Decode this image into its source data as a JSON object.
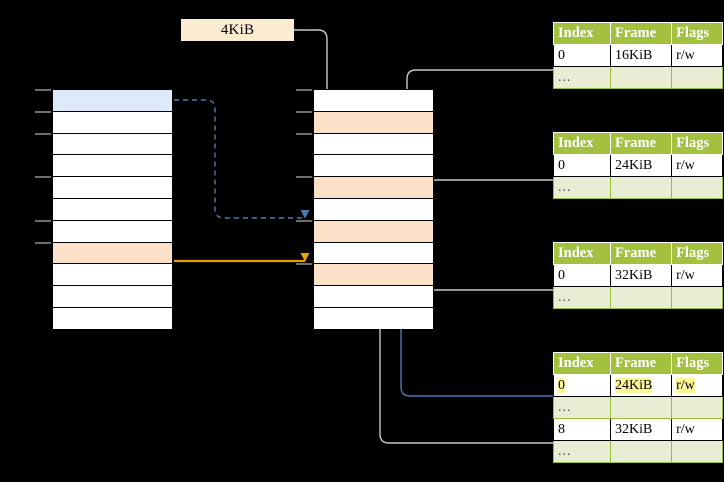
{
  "diagram": {
    "title": "page-table-walk-diagram",
    "note": {
      "label": "4KiB"
    },
    "colors": {
      "highlight_blue": "#dce9f9",
      "highlight_peach": "#fde0c8",
      "highlight_yellow": "#fff799",
      "arrow_orange": "#e8a200",
      "arrow_blue": "#4e78b4",
      "arrow_gray": "#b8b8b8",
      "table_header_green": "#a3c13e",
      "table_alt_green": "#e8eed4",
      "background": "#000000"
    }
  },
  "left_column": {
    "name": "page-directory-column",
    "rows": [
      {
        "fill": "blue",
        "label": ""
      },
      {
        "fill": "white",
        "label": ""
      },
      {
        "fill": "white",
        "label": ""
      },
      {
        "fill": "white",
        "label": ""
      },
      {
        "fill": "white",
        "label": ""
      },
      {
        "fill": "white",
        "label": ""
      },
      {
        "fill": "white",
        "label": ""
      },
      {
        "fill": "peach",
        "label": ""
      },
      {
        "fill": "white",
        "label": ""
      },
      {
        "fill": "white",
        "label": ""
      },
      {
        "fill": "white",
        "label": ""
      }
    ]
  },
  "middle_column": {
    "name": "page-table-column",
    "rows": [
      {
        "fill": "white",
        "label": ""
      },
      {
        "fill": "peach",
        "label": ""
      },
      {
        "fill": "white",
        "label": ""
      },
      {
        "fill": "white",
        "label": ""
      },
      {
        "fill": "peach",
        "label": ""
      },
      {
        "fill": "white",
        "label": ""
      },
      {
        "fill": "peach",
        "label": ""
      },
      {
        "fill": "white",
        "label": ""
      },
      {
        "fill": "peach",
        "label": ""
      },
      {
        "fill": "white",
        "label": ""
      },
      {
        "fill": "white",
        "label": ""
      }
    ]
  },
  "tables": [
    {
      "name": "page-table-1",
      "headers": [
        "Index",
        "Frame",
        "Flags"
      ],
      "rows": [
        {
          "cells": [
            "0",
            "16KiB",
            "r/w"
          ],
          "alt": false,
          "highlight": false
        },
        {
          "cells": [
            "...",
            "",
            ""
          ],
          "alt": true,
          "highlight": false
        }
      ]
    },
    {
      "name": "page-table-2",
      "headers": [
        "Index",
        "Frame",
        "Flags"
      ],
      "rows": [
        {
          "cells": [
            "0",
            "24KiB",
            "r/w"
          ],
          "alt": false,
          "highlight": false
        },
        {
          "cells": [
            "...",
            "",
            ""
          ],
          "alt": true,
          "highlight": false
        }
      ]
    },
    {
      "name": "page-table-3",
      "headers": [
        "Index",
        "Frame",
        "Flags"
      ],
      "rows": [
        {
          "cells": [
            "0",
            "32KiB",
            "r/w"
          ],
          "alt": false,
          "highlight": false
        },
        {
          "cells": [
            "...",
            "",
            ""
          ],
          "alt": true,
          "highlight": false
        }
      ]
    },
    {
      "name": "page-table-4",
      "headers": [
        "Index",
        "Frame",
        "Flags"
      ],
      "rows": [
        {
          "cells": [
            "0",
            "24KiB",
            "r/w"
          ],
          "alt": false,
          "highlight": true
        },
        {
          "cells": [
            "...",
            "",
            ""
          ],
          "alt": true,
          "highlight": false
        },
        {
          "cells": [
            "8",
            "32KiB",
            "r/w"
          ],
          "alt": false,
          "highlight": false
        },
        {
          "cells": [
            "...",
            "",
            ""
          ],
          "alt": true,
          "highlight": false
        }
      ]
    }
  ]
}
